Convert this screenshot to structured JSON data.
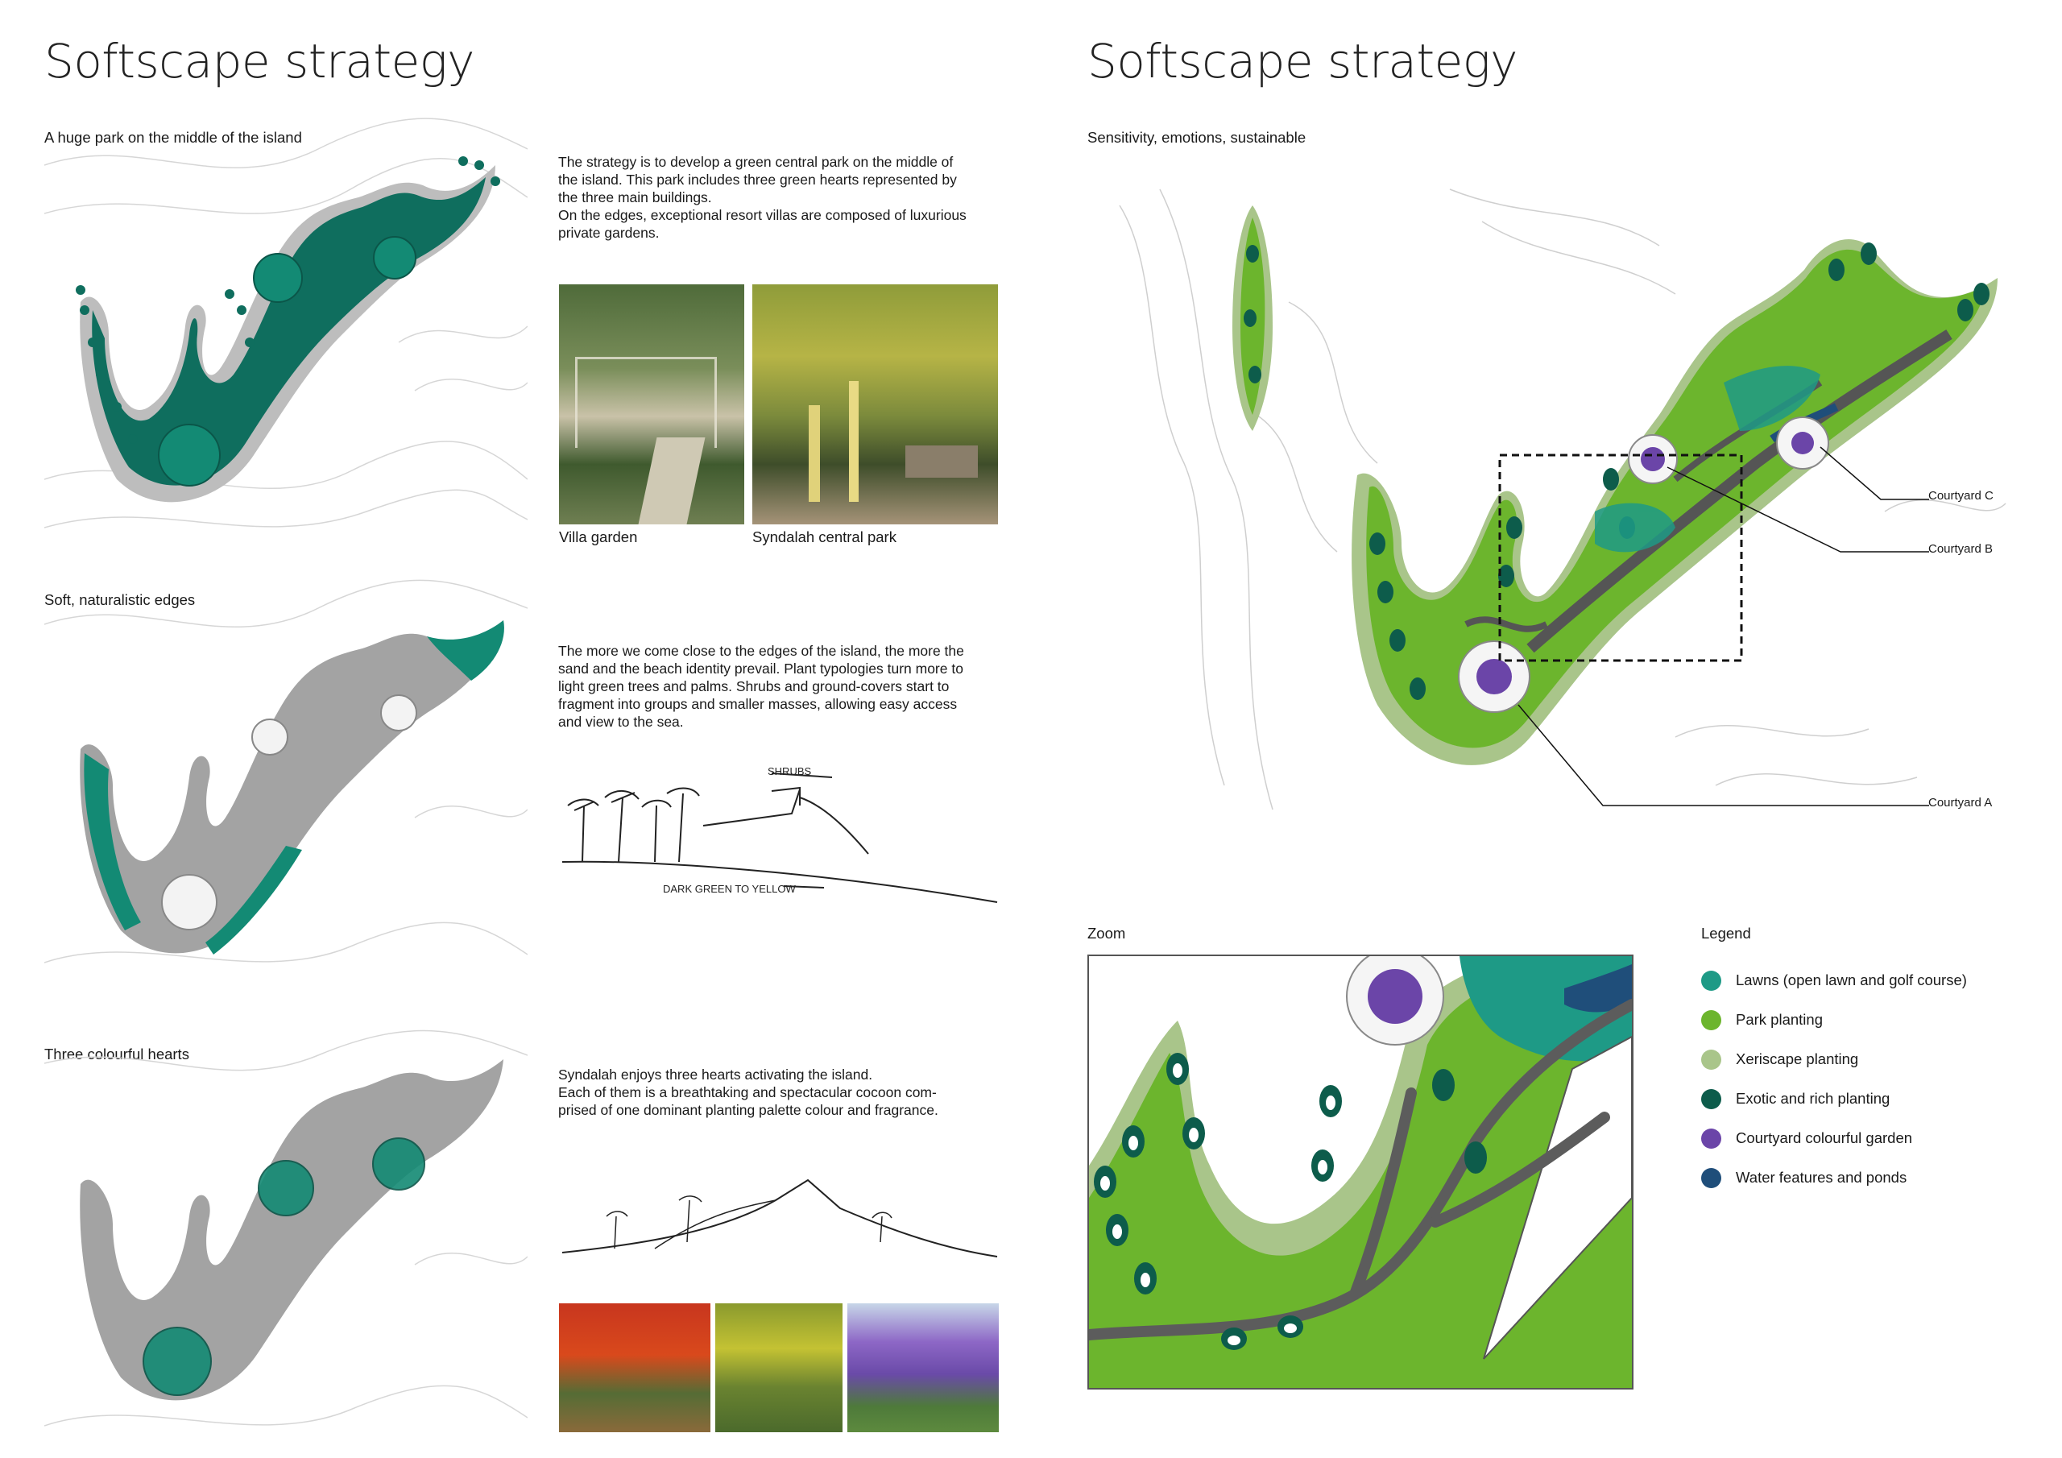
{
  "left": {
    "title": "Softscape strategy",
    "section1": {
      "subtitle": "A huge park on the middle of the island",
      "text": "The strategy is to develop a green central park on the middle of\nthe island. This park includes three green hearts represented by\nthe three main buildings.\nOn the edges, exceptional resort villas are composed of luxurious\nprivate gardens.",
      "photo1_caption": "Villa garden",
      "photo2_caption": "Syndalah central park"
    },
    "section2": {
      "subtitle": "Soft, naturalistic edges",
      "text": "The more we come close to the edges of the island, the more the\nsand and the beach identity prevail. Plant typologies turn more to\nlight green trees and palms. Shrubs and ground-covers start to\nfragment into groups and smaller masses, allowing easy access\nand view to the sea.",
      "sketch_label_top": "SHRUBS",
      "sketch_label_bottom": "DARK GREEN TO YELLOW"
    },
    "section3": {
      "subtitle": "Three colourful hearts",
      "text": "Syndalah enjoys three hearts activating the island.\nEach of them is a breathtaking and spectacular cocoon com-\nprised of one dominant planting palette colour and fragrance."
    }
  },
  "right": {
    "title": "Softscape strategy",
    "subtitle": "Sensitivity, emotions, sustainable",
    "callouts": {
      "courtyard_c": "Courtyard C",
      "courtyard_b": "Courtyard B",
      "courtyard_a": "Courtyard A"
    },
    "zoom_label": "Zoom",
    "legend": {
      "title": "Legend",
      "items": [
        {
          "label": "Lawns (open lawn and golf course)",
          "color": "#1e9a86"
        },
        {
          "label": "Park planting",
          "color": "#6cb52d"
        },
        {
          "label": "Xeriscape planting",
          "color": "#a9c58a"
        },
        {
          "label": "Exotic and rich planting",
          "color": "#0d5c4b"
        },
        {
          "label": "Courtyard colourful garden",
          "color": "#6b45a8"
        },
        {
          "label": "Water features and ponds",
          "color": "#1f4e7a"
        }
      ]
    }
  },
  "colors": {
    "teal": "#0f6e5e",
    "grey": "#9a9a9a",
    "park_green": "#6cb52d",
    "xeriscape": "#a9c58a",
    "purple": "#6b45a8"
  }
}
